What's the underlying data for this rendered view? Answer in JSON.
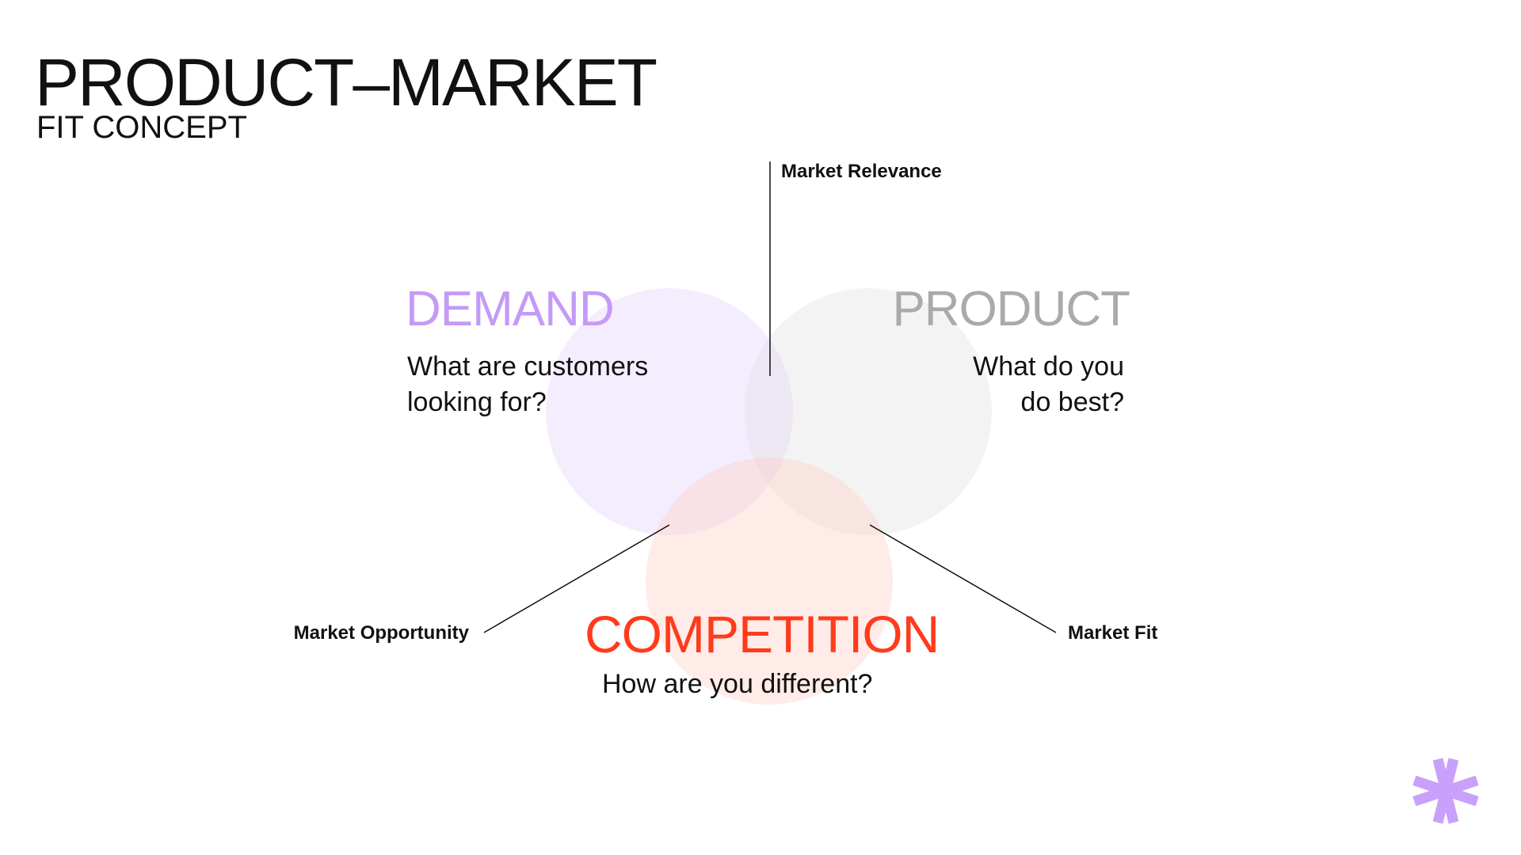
{
  "title": "PRODUCT–MARKET",
  "subtitle": "FIT CONCEPT",
  "labels": {
    "relevance": "Market Relevance",
    "opportunity": "Market Opportunity",
    "fit": "Market Fit"
  },
  "demand": {
    "heading": "DEMAND",
    "line1": "What are customers",
    "line2": "looking for?",
    "color": "#c49af7"
  },
  "product": {
    "heading": "PRODUCT",
    "line1": "What do you",
    "line2": "do best?",
    "color": "#aaaaaa"
  },
  "competition": {
    "heading": "COMPETITION",
    "line1": "How are you different?",
    "color": "#ff3b1c"
  },
  "colors": {
    "demand_circle": "#ede3fb",
    "product_circle": "#e8e8e8",
    "competition_circle": "#ffd9d3",
    "logo": "#c9a0fb"
  },
  "logo_icon": "asterisk-icon"
}
